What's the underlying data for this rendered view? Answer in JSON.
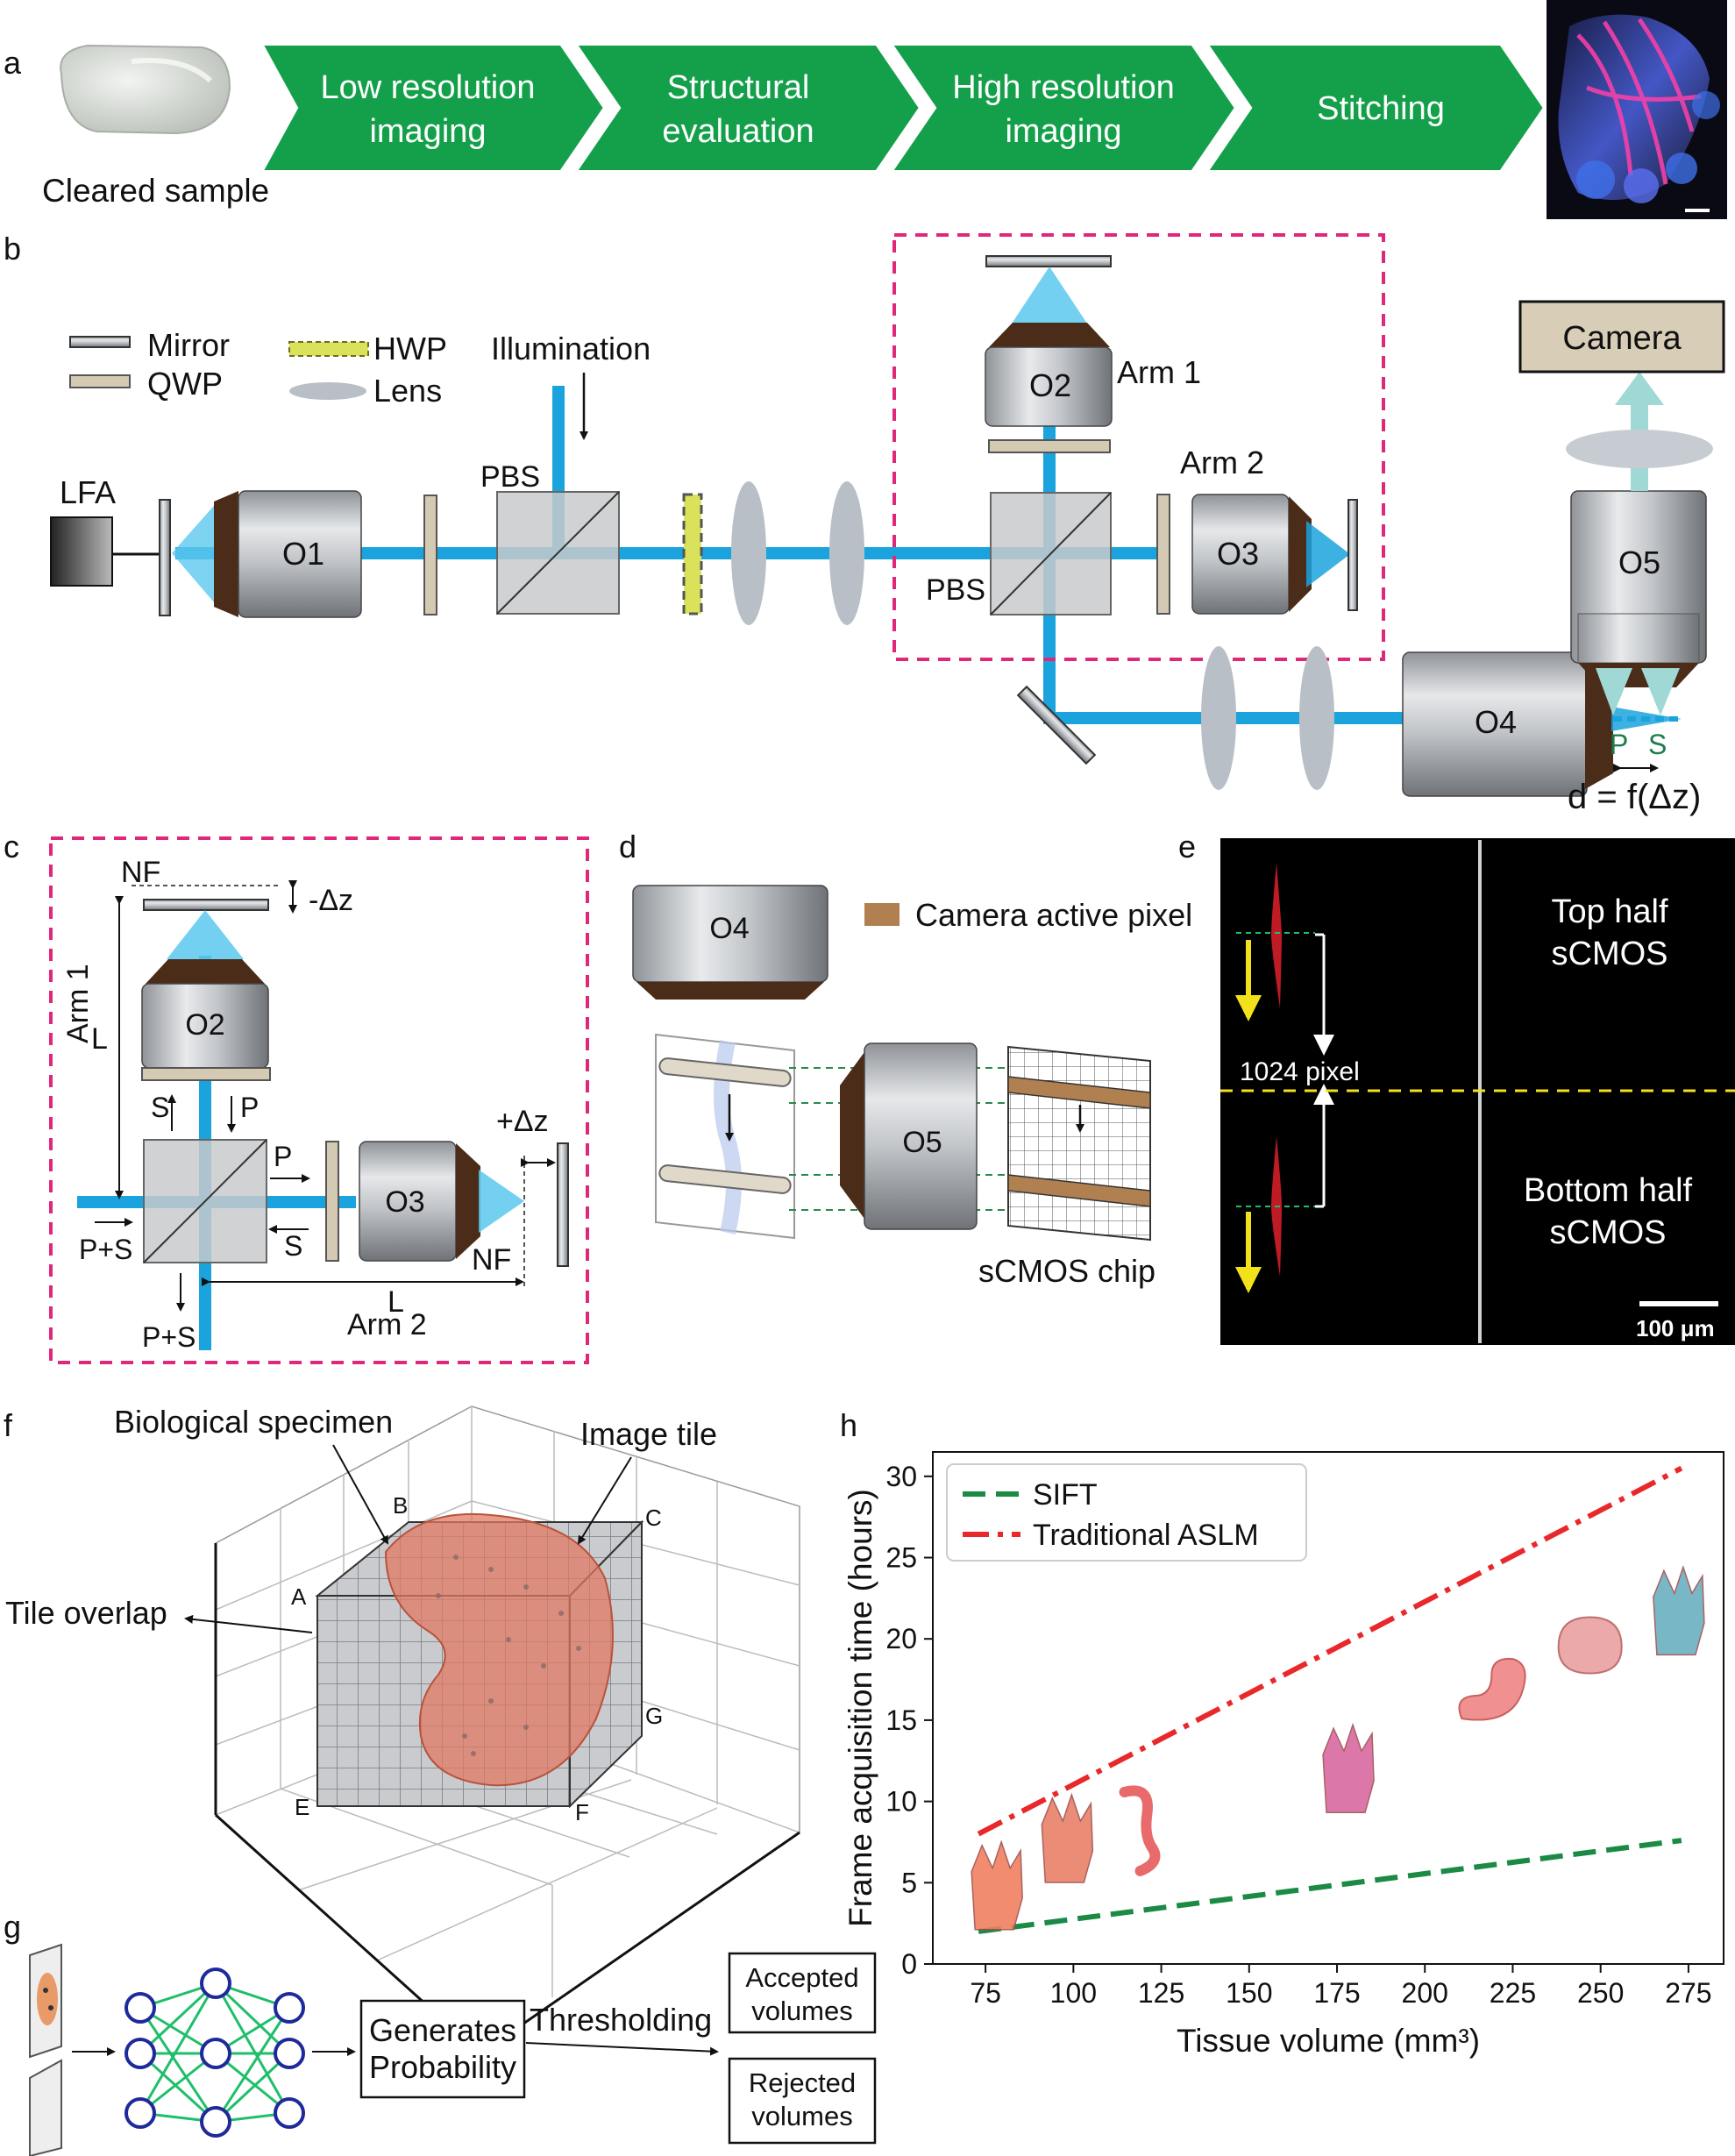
{
  "panel_a": {
    "letter": "a",
    "sample_label": "Cleared sample",
    "steps": [
      {
        "line1": "Low resolution",
        "line2": "imaging"
      },
      {
        "line1": "Structural",
        "line2": "evaluation"
      },
      {
        "line1": "High resolution",
        "line2": "imaging"
      },
      {
        "line1": "Stitching",
        "line2": ""
      }
    ],
    "colors": {
      "arrow_fill": "#14a04a",
      "sample": "#d9ddd9",
      "stack_bg": "#0a0a14",
      "stack_blue": "#3f6fe8",
      "stack_pink": "#ff3fa8"
    }
  },
  "panel_b": {
    "letter": "b",
    "legend": {
      "mirror": "Mirror",
      "qwp": "QWP",
      "hwp": "HWP",
      "lens": "Lens"
    },
    "illumination": "Illumination",
    "lfa": "LFA",
    "pbs_1": "PBS",
    "pbs_2": "PBS",
    "o1": "O1",
    "o2": "O2",
    "o3": "O3",
    "o4": "O4",
    "o5": "O5",
    "arm1": "Arm 1",
    "arm2": "Arm 2",
    "camera": "Camera",
    "p_label": "P",
    "s_label": "S",
    "d_formula": "d = f(Δz)",
    "colors": {
      "beam": "#1aa3dd",
      "dashed_box": "#e0287a",
      "camera_box": "#d8ceb8",
      "qwp": "#d4c9b3",
      "hwp": "#d9e25a",
      "lens": "#b9bfc6",
      "objective_tip": "#5a3a22",
      "emission": "#9fd8d4",
      "ps_green": "#1f7d4a"
    }
  },
  "panel_c": {
    "letter": "c",
    "nf_top": "NF",
    "minus_dz": "-Δz",
    "plus_dz": "+Δz",
    "o2": "O2",
    "o3": "O3",
    "arm1": "Arm 1",
    "arm2": "Arm 2",
    "L1": "L",
    "L2": "L",
    "S_up": "S",
    "P_down": "P",
    "P_right": "P",
    "S_left": "S",
    "P_plus_S_in": "P+S",
    "P_plus_S_out": "P+S",
    "nf_right": "NF"
  },
  "panel_d": {
    "letter": "d",
    "o4": "O4",
    "o5": "O5",
    "legend": "Camera active pixel",
    "chip": "sCMOS chip",
    "colors": {
      "pixel": "#b08050",
      "dashed": "#2a8a4a"
    }
  },
  "panel_e": {
    "letter": "e",
    "top_line1": "Top half",
    "top_line2": "sCMOS",
    "bottom_line1": "Bottom half",
    "bottom_line2": "sCMOS",
    "pixel_label": "1024 pixel",
    "scale_label": "100 μm",
    "colors": {
      "background": "#000000",
      "arrow": "#f2e21a",
      "divider": "#f2e21a",
      "beam": "#e0202a"
    }
  },
  "panel_f": {
    "letter": "f",
    "specimen": "Biological specimen",
    "tile": "Image tile",
    "overlap": "Tile overlap",
    "corners": {
      "A": "A",
      "B": "B",
      "C": "C",
      "E": "E",
      "F": "F",
      "G": "G"
    },
    "colors": {
      "specimen": "#e07a62",
      "tiles": "#c8cacd"
    }
  },
  "panel_g": {
    "letter": "g",
    "generates_line1": "Generates",
    "generates_line2": "Probability",
    "thresholding": "Thresholding",
    "accepted_line1": "Accepted",
    "accepted_line2": "volumes",
    "rejected_line1": "Rejected",
    "rejected_line2": "volumes",
    "colors": {
      "node": "#1e2a9a",
      "edge": "#1fbf6a"
    }
  },
  "panel_h": {
    "letter": "h"
  },
  "chart_data": {
    "type": "line",
    "title": "",
    "xlabel": "Tissue volume (mm³)",
    "ylabel": "Frame acquisition time (hours)",
    "xlim": [
      60,
      285
    ],
    "ylim": [
      0,
      31.5
    ],
    "xticks": [
      75,
      100,
      125,
      150,
      175,
      200,
      225,
      250,
      275
    ],
    "yticks": [
      0,
      5,
      10,
      15,
      20,
      25,
      30
    ],
    "grid": false,
    "legend_position": "top-left",
    "series": [
      {
        "name": "SIFT",
        "style": "dashed",
        "color": "#1a8a45",
        "x": [
          73,
          273
        ],
        "y": [
          2.0,
          7.6
        ]
      },
      {
        "name": "Traditional ASLM",
        "style": "dashdot",
        "color": "#e8282a",
        "x": [
          73,
          273
        ],
        "y": [
          8.0,
          30.5
        ]
      }
    ],
    "organ_icons": [
      {
        "name": "paw-icon",
        "x": 78,
        "y": 4.6,
        "color": "#f08060"
      },
      {
        "name": "hand-icon",
        "x": 98,
        "y": 7.5,
        "color": "#e88068"
      },
      {
        "name": "intestine-icon",
        "x": 118,
        "y": 8.2,
        "color": "#e86a6a"
      },
      {
        "name": "vessel-paw-icon",
        "x": 178,
        "y": 11.8,
        "color": "#d86aa0"
      },
      {
        "name": "stomach-icon",
        "x": 218,
        "y": 16.5,
        "color": "#f09090"
      },
      {
        "name": "brain-icon",
        "x": 247,
        "y": 19.5,
        "color": "#eba9a9"
      },
      {
        "name": "vessel-hand-icon",
        "x": 272,
        "y": 21.5,
        "color": "#6ab0c0"
      }
    ]
  }
}
